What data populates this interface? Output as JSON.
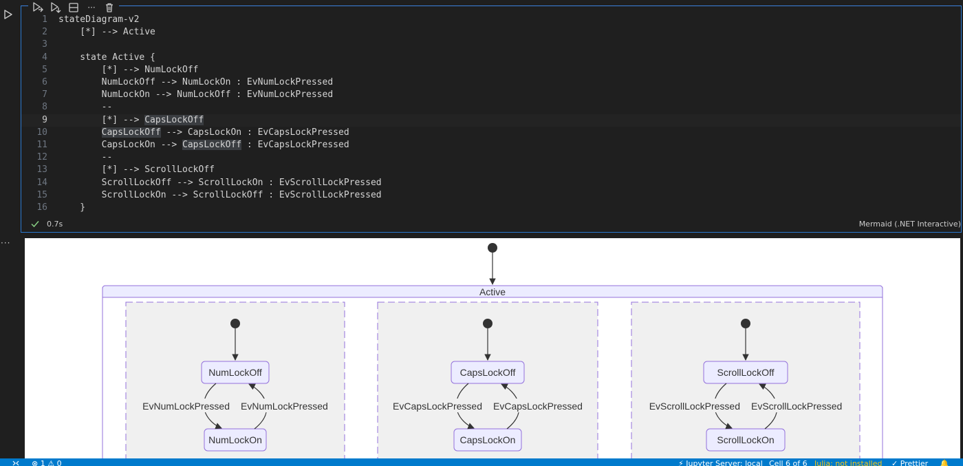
{
  "toolbar": {
    "icons": [
      "run-by-line-icon",
      "run-below-icon",
      "split-cell-icon",
      "more-icon",
      "delete-icon"
    ],
    "more_label": "···"
  },
  "code": {
    "lines": [
      {
        "n": "1",
        "text": "stateDiagram-v2"
      },
      {
        "n": "2",
        "text": "    [*] --> Active"
      },
      {
        "n": "3",
        "text": ""
      },
      {
        "n": "4",
        "text": "    state Active {"
      },
      {
        "n": "5",
        "text": "        [*] --> NumLockOff"
      },
      {
        "n": "6",
        "text": "        NumLockOff --> NumLockOn : EvNumLockPressed"
      },
      {
        "n": "7",
        "text": "        NumLockOn --> NumLockOff : EvNumLockPressed"
      },
      {
        "n": "8",
        "text": "        --"
      },
      {
        "n": "9",
        "pre": "        [*] --> ",
        "hl": "CapsLockOff",
        "post": ""
      },
      {
        "n": "10",
        "pre": "        ",
        "hl": "CapsLockOff",
        "post": " --> CapsLockOn : EvCapsLockPressed"
      },
      {
        "n": "11",
        "pre": "        CapsLockOn --> ",
        "hl": "CapsLockOff",
        "post": " : EvCapsLockPressed"
      },
      {
        "n": "12",
        "text": "        --"
      },
      {
        "n": "13",
        "text": "        [*] --> ScrollLockOff"
      },
      {
        "n": "14",
        "text": "        ScrollLockOff --> ScrollLockOn : EvScrollLockPressed"
      },
      {
        "n": "15",
        "text": "        ScrollLockOn --> ScrollLockOff : EvScrollLockPressed"
      },
      {
        "n": "16",
        "text": "    }"
      }
    ]
  },
  "cell_status": {
    "exec_time": "0.7s",
    "kernel": "Mermaid (.NET Interactive)"
  },
  "output_menu": "···",
  "diagram": {
    "composite": "Active",
    "regions": [
      {
        "off": "NumLockOff",
        "on": "NumLockOn",
        "event_left": "EvNumLockPressed",
        "event_right": "EvNumLockPressed"
      },
      {
        "off": "CapsLockOff",
        "on": "CapsLockOn",
        "event_left": "EvCapsLockPressed",
        "event_right": "EvCapsLockPressed"
      },
      {
        "off": "ScrollLockOff",
        "on": "ScrollLockOn",
        "event_left": "EvScrollLockPressed",
        "event_right": "EvScrollLockPressed"
      }
    ]
  },
  "status_bar": {
    "errors": "1",
    "warnings": "0",
    "jupyter": "Jupyter Server: local",
    "cell": "Cell 6 of 6",
    "julia": "Julia: not installed",
    "prettier": "Prettier"
  },
  "colors": {
    "editor_bg": "#1f1f1f",
    "focus_border": "#2b79d0",
    "state_fill": "#ECECFF",
    "state_stroke": "#9370DB",
    "region_fill": "#F0F0F0",
    "status_bar": "#007acc"
  }
}
